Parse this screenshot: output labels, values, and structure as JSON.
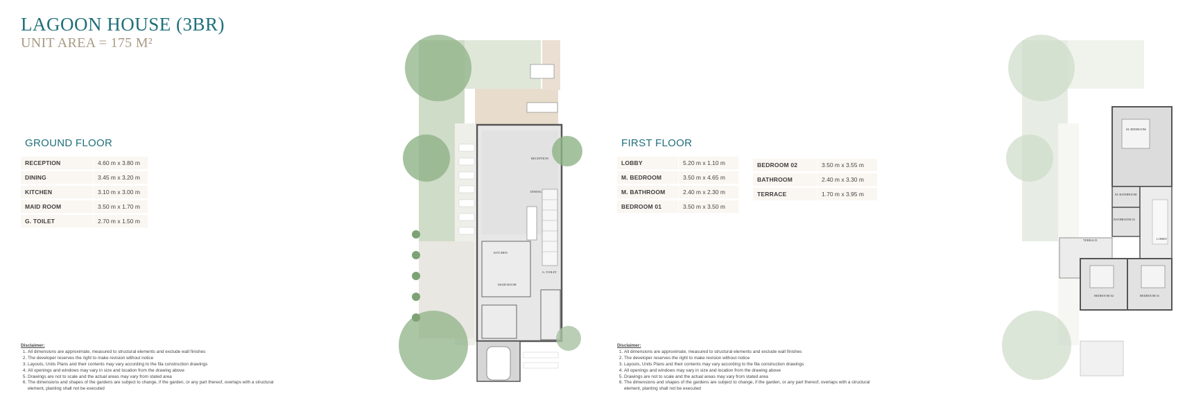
{
  "header": {
    "title": "LAGOON HOUSE (3BR)",
    "unit_area": "UNIT AREA = 175 M²"
  },
  "ground_floor": {
    "heading": "GROUND FLOOR",
    "rooms": [
      {
        "name": "RECEPTION",
        "size": "4.60 m x 3.80 m"
      },
      {
        "name": "DINING",
        "size": "3.45 m x 3.20 m"
      },
      {
        "name": "KITCHEN",
        "size": "3.10 m x 3.00 m"
      },
      {
        "name": "MAID ROOM",
        "size": "3.50 m x 1.70 m"
      },
      {
        "name": "G. TOILET",
        "size": "2.70 m x 1.50 m"
      }
    ],
    "plan_labels": {
      "reception": "RECEPTION",
      "dining": "DINING",
      "kitchen": "KITCHEN",
      "maid_room": "MAID ROOM",
      "g_toilet": "G. TOILET"
    }
  },
  "first_floor": {
    "heading": "FIRST FLOOR",
    "rooms_col1": [
      {
        "name": "LOBBY",
        "size": "5.20 m x 1.10 m"
      },
      {
        "name": "M. BEDROOM",
        "size": "3.50 m x 4.65 m"
      },
      {
        "name": "M. BATHROOM",
        "size": "2.40 m x 2.30 m"
      },
      {
        "name": "BEDROOM 01",
        "size": "3.50 m x 3.50 m"
      }
    ],
    "rooms_col2": [
      {
        "name": "BEDROOM 02",
        "size": "3.50 m x 3.55 m"
      },
      {
        "name": "BATHROOM",
        "size": "2.40 m x 3.30 m"
      },
      {
        "name": "TERRACE",
        "size": "1.70 m x 3.95 m"
      }
    ],
    "plan_labels": {
      "m_bedroom": "M. BEDROOM",
      "m_bathroom": "M. BATHROOM",
      "bathroom": "BATHROOM 02",
      "terrace": "TERRACE",
      "lobby": "LOBBY",
      "bedroom_02": "BEDROOM 02",
      "bedroom_01": "BEDROOM 01"
    }
  },
  "disclaimer": {
    "heading": "Disclaimer:",
    "items": [
      "All dimensions are approximate, measured to structural elements and exclude wall finishes",
      "The developer reserves the right to make revision without notice",
      "Layouts, Units Plans and their contents may vary according to the fila construction drawings",
      "All openings and windows may vary in size and location from the drawing above",
      "Drawings are not to scale and the actual areas may vary from stated area",
      "The dimensions and shapes of the gardens are subject to change, if the garden, or any part thereof, overlaps with a structural element, planting shall not be executed"
    ]
  },
  "colors": {
    "teal": "#1f6f7a",
    "taupe": "#a89a84",
    "row_bg": "#faf6f1",
    "garden": "#8fb387",
    "lawn": "#cfdcc8",
    "deck": "#e8dccd"
  }
}
